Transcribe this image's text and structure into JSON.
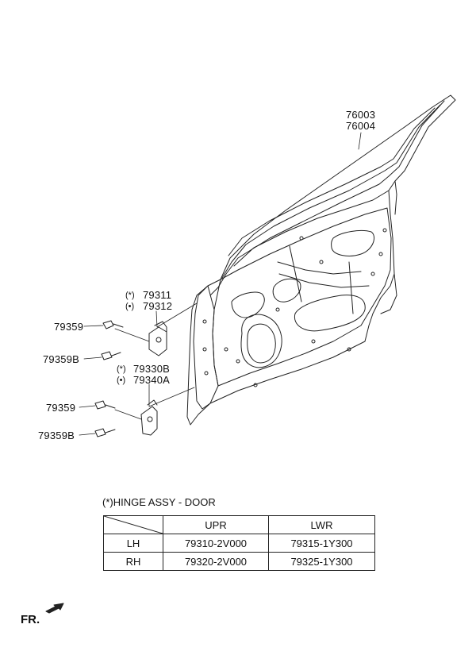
{
  "labels": {
    "door_panel_1": "76003",
    "door_panel_2": "76004",
    "upper_hinge_1": "79311",
    "upper_hinge_2": "79312",
    "lower_hinge_1": "79330B",
    "lower_hinge_2": "79340A",
    "bolt_upper": "79359",
    "bolt_upper_b": "79359B",
    "bolt_lower": "79359",
    "bolt_lower_b": "79359B",
    "sym_star": "(*)",
    "sym_dot": "(•)"
  },
  "table": {
    "title": "(*)HINGE ASSY - DOOR",
    "headers": [
      "",
      "UPR",
      "LWR"
    ],
    "rows": [
      [
        "LH",
        "79310-2V000",
        "79315-1Y300"
      ],
      [
        "RH",
        "79320-2V000",
        "79325-1Y300"
      ]
    ]
  },
  "front_indicator": "FR."
}
